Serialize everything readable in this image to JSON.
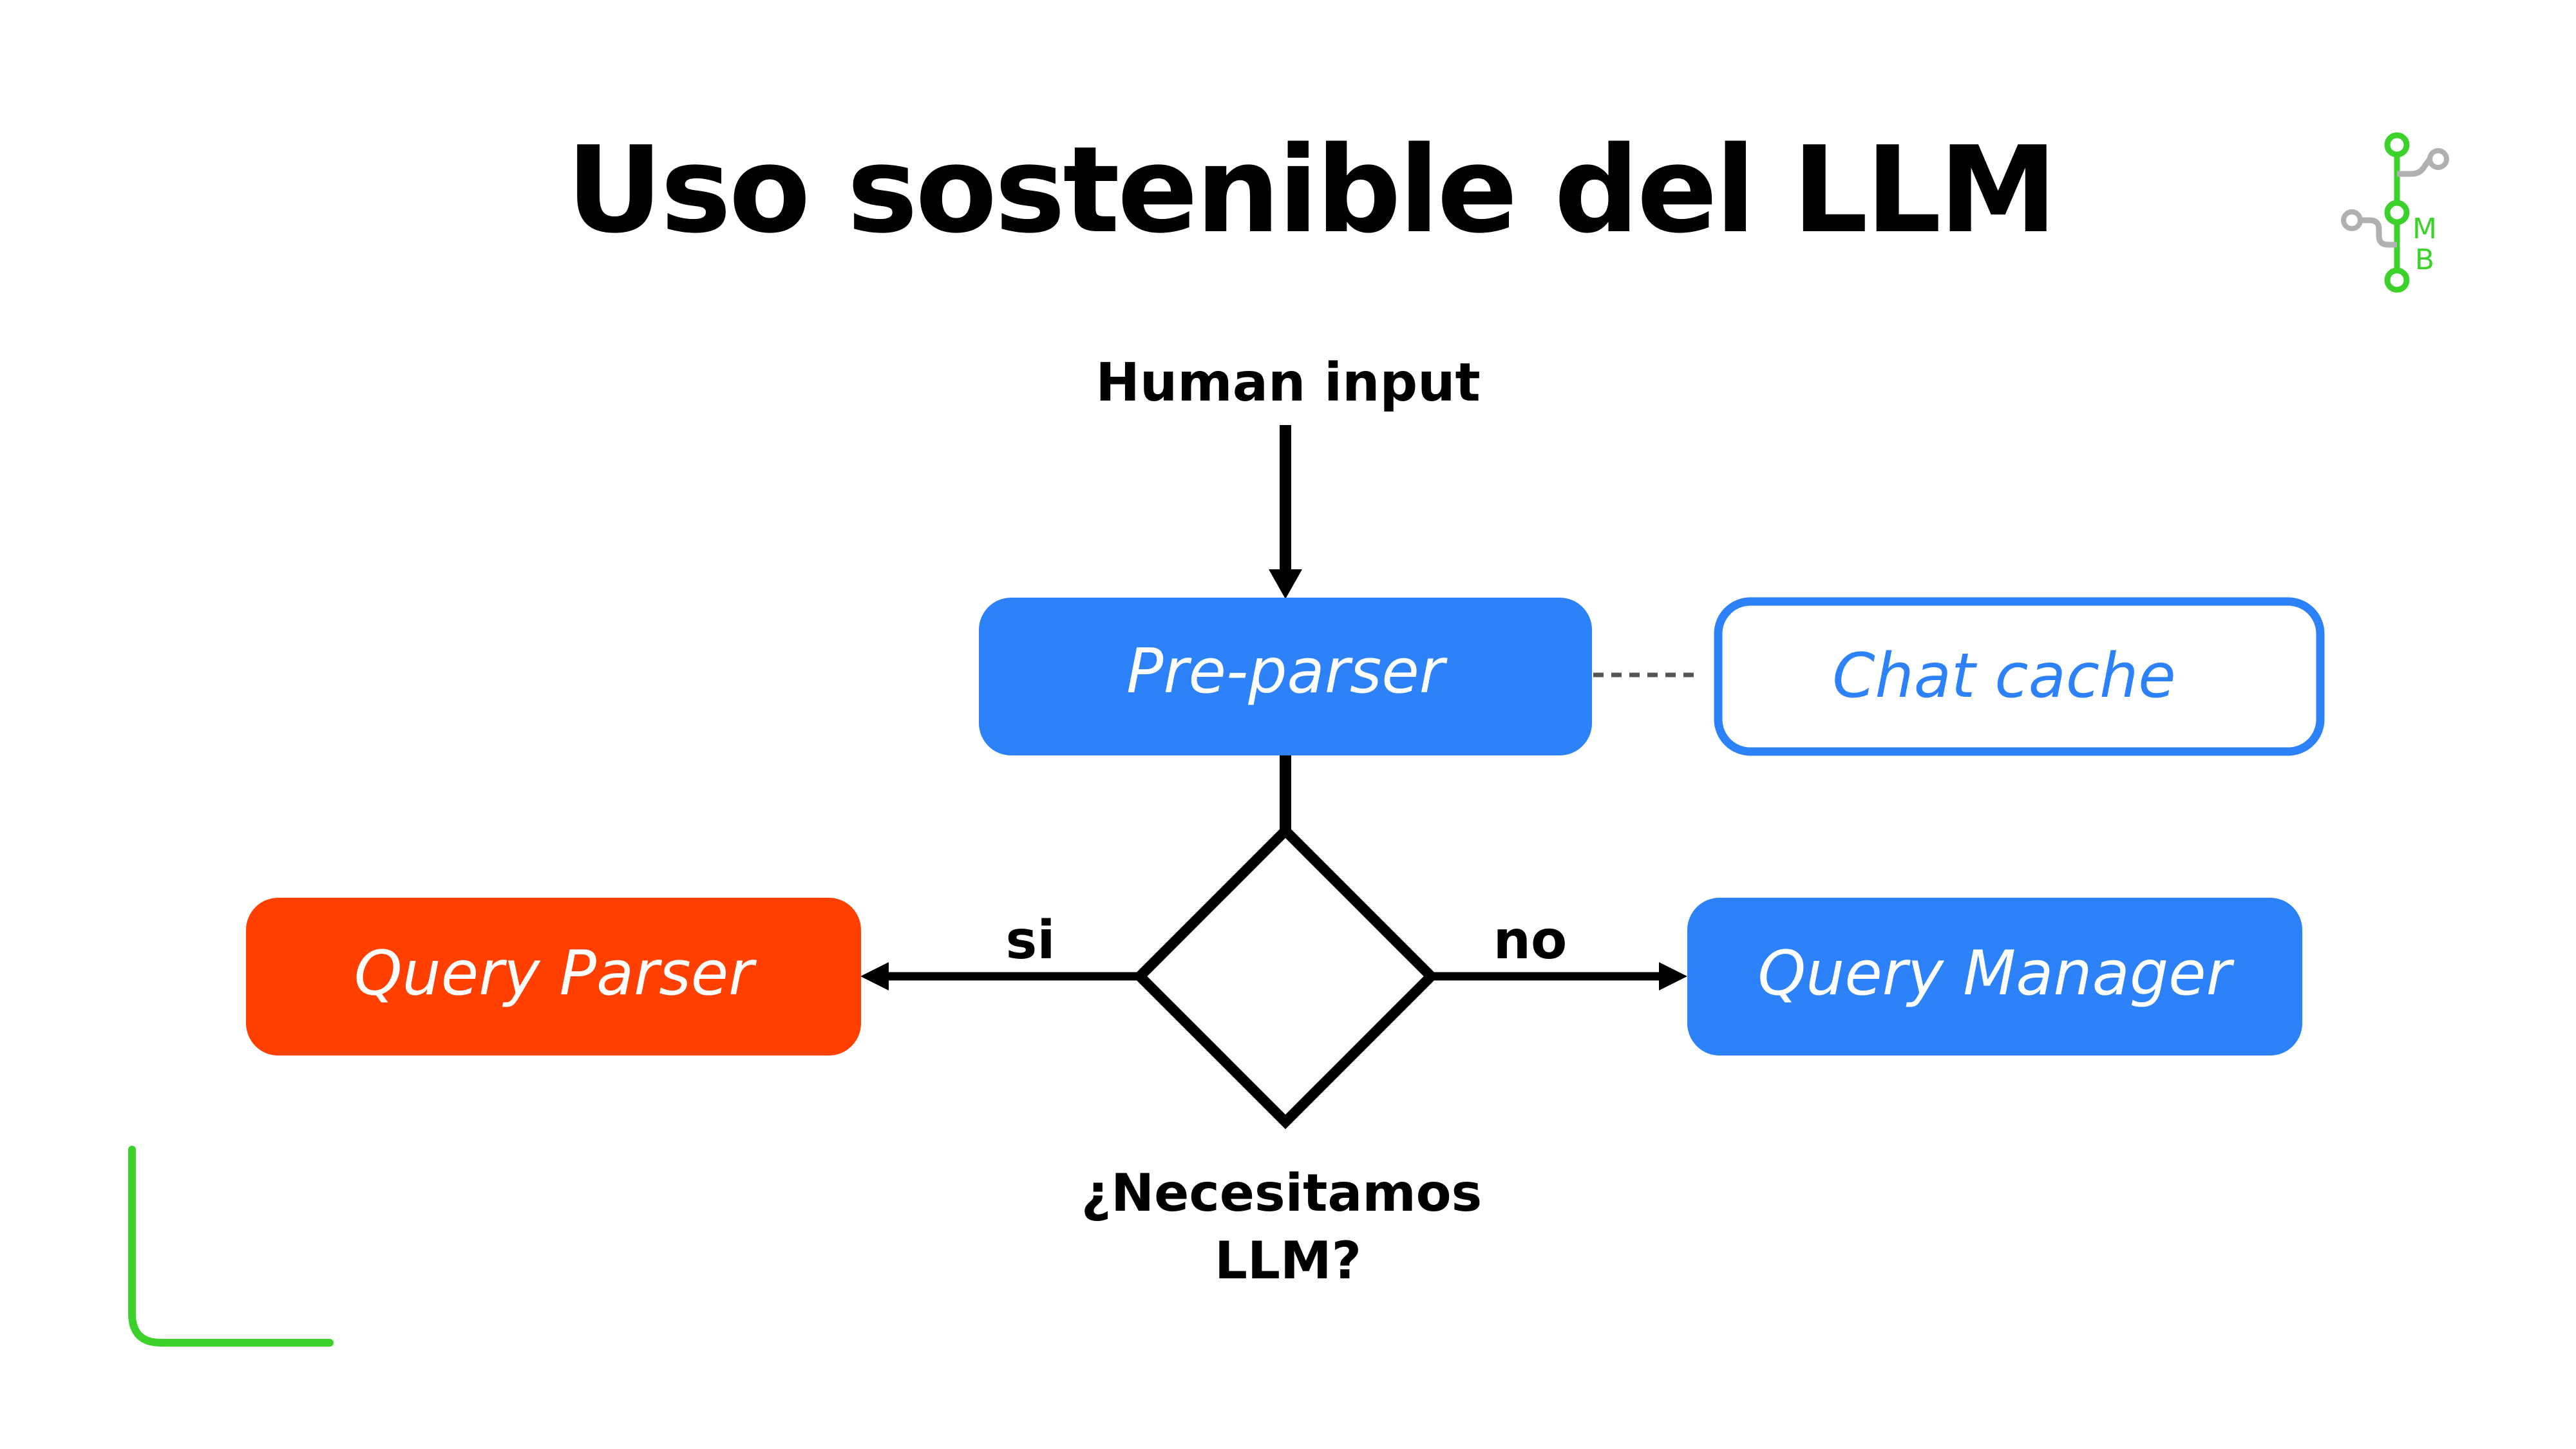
{
  "slide": {
    "title": "Uso sostenible del LLM",
    "logo": {
      "name": "mb-logo",
      "letters": [
        "M",
        "B"
      ],
      "colors": {
        "primary": "#3dd12b",
        "secondary": "#b0b0b0"
      }
    },
    "corner_decoration_color": "#3dd12b"
  },
  "diagram": {
    "input_label": "Human input",
    "nodes": {
      "pre_parser": {
        "label": "Pre-parser",
        "fill": "#2d82f9",
        "text_color": "#ffffff"
      },
      "chat_cache": {
        "label": "Chat cache",
        "fill": "#ffffff",
        "stroke": "#2d82f9",
        "text_color": "#2d82f9"
      },
      "query_parser": {
        "label": "Query Parser",
        "fill": "#ff4000",
        "text_color": "#ffffff"
      },
      "query_manager": {
        "label": "Query Manager",
        "fill": "#2d82f9",
        "text_color": "#ffffff"
      }
    },
    "decision": {
      "line1": "¿Necesitamos",
      "line2": "LLM?",
      "yes_label": "si",
      "no_label": "no"
    }
  }
}
